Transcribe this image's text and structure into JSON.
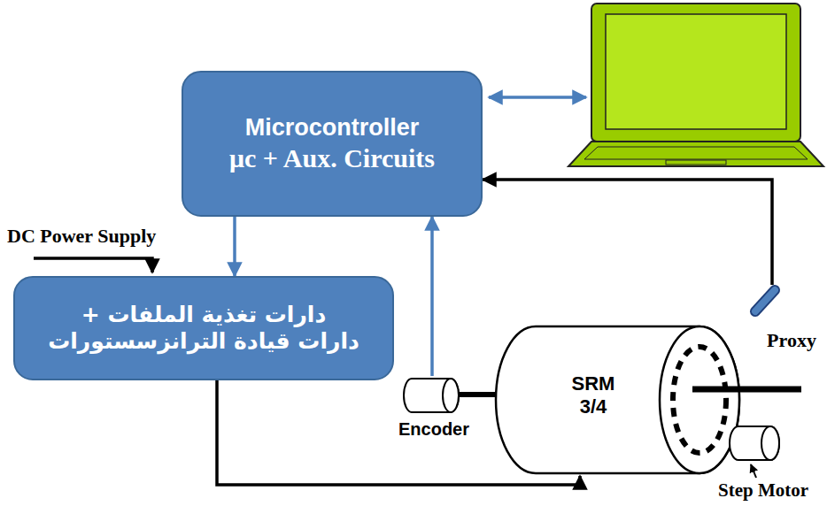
{
  "diagram": {
    "nodes": [
      {
        "text": [
          "Microcontroller",
          "μc + Aux. Circuits"
        ]
      },
      {
        "text": [
          "دارات تغذية الملفات +",
          "دارات قيادة الترانزسستورات"
        ]
      },
      {
        "text": [
          "Encoder"
        ]
      },
      {
        "text": [
          "SRM 3/4"
        ]
      },
      {
        "text": [
          "Proxy"
        ]
      },
      {
        "text": [
          "Step Motor"
        ]
      }
    ],
    "edges": [
      {
        "from": 0,
        "to": 1,
        "arrow": "to"
      },
      {
        "from": 1,
        "to": 3,
        "arrow": "to"
      },
      {
        "from": 2,
        "to": 0,
        "arrow": "to"
      },
      {
        "from": 4,
        "to": 0,
        "arrow": "to"
      }
    ],
    "labels": [
      "DC Power Supply"
    ]
  }
}
